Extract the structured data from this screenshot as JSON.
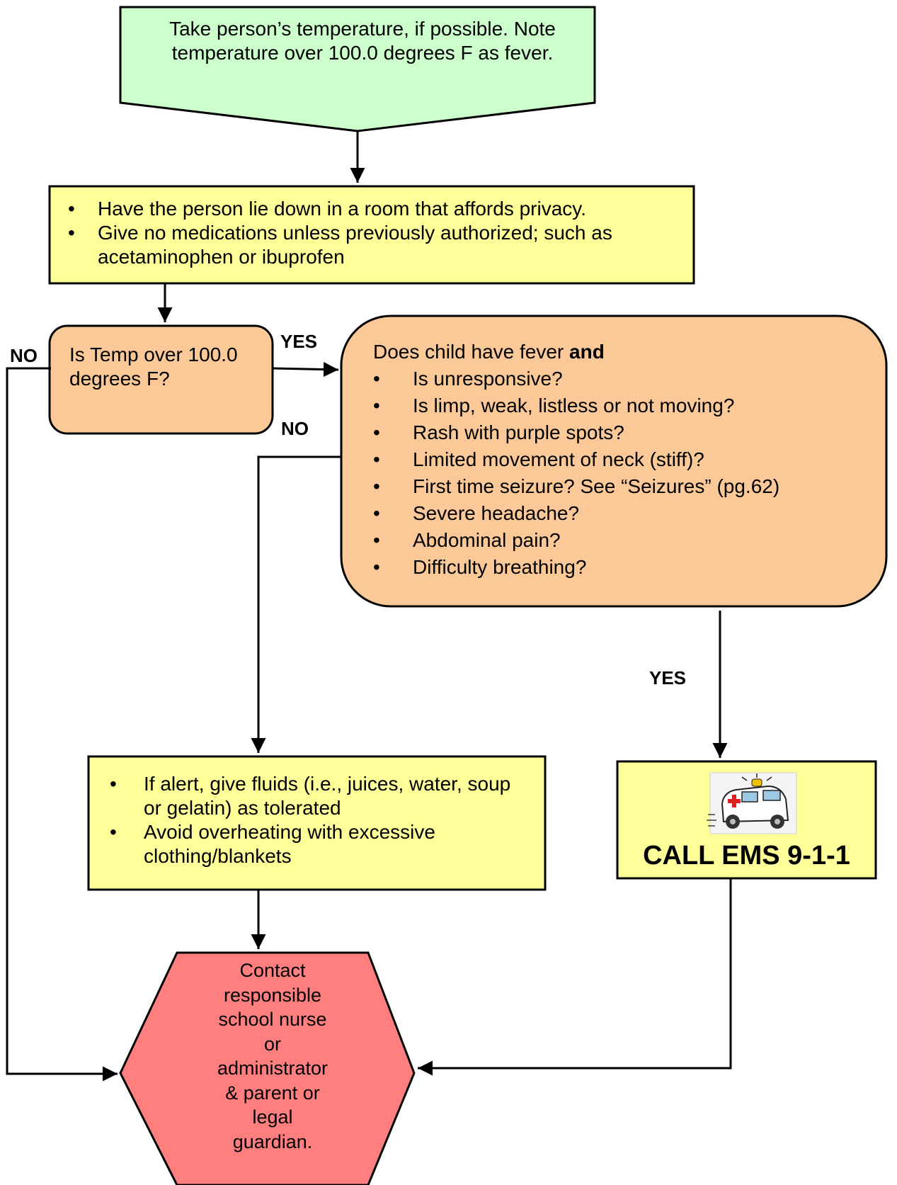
{
  "start": {
    "text": "Take person’s temperature, if possible. Note temperature over 100.0 degrees F as fever."
  },
  "step_rest": {
    "items": [
      "Have the person lie down in a room that affords privacy.",
      "Give no medications unless previously authorized; such as acetaminophen or ibuprofen"
    ]
  },
  "decision_temp": {
    "text": "Is Temp over 100.0 degrees F?"
  },
  "decision_symptoms": {
    "intro": "Does child have fever",
    "intro_bold": "and",
    "items": [
      "Is unresponsive?",
      "Is limp, weak, listless or not moving?",
      "Rash with purple spots?",
      "Limited movement of neck (stiff)?",
      "First time seizure? See “Seizures” (pg.62)",
      "Severe headache?",
      "Abdominal pain?",
      "Difficulty breathing?"
    ]
  },
  "step_fluids": {
    "items": [
      "If alert, give fluids (i.e., juices, water, soup or gelatin) as tolerated",
      "Avoid overheating with excessive clothing/blankets"
    ]
  },
  "call_ems": {
    "label": "CALL EMS 9-1-1",
    "icon": "ambulance-icon"
  },
  "end": {
    "lines": [
      "Contact",
      "responsible",
      "school nurse",
      "or",
      "administrator",
      "& parent or",
      "legal",
      "guardian."
    ]
  },
  "edge_labels": {
    "temp_no": "NO",
    "temp_yes": "YES",
    "symptoms_no": "NO",
    "symptoms_yes": "YES"
  },
  "colors": {
    "start_fill": "#ccffcc",
    "step_fill": "#ffff99",
    "decision_fill": "#fbc997",
    "end_fill": "#ff7f7f"
  }
}
